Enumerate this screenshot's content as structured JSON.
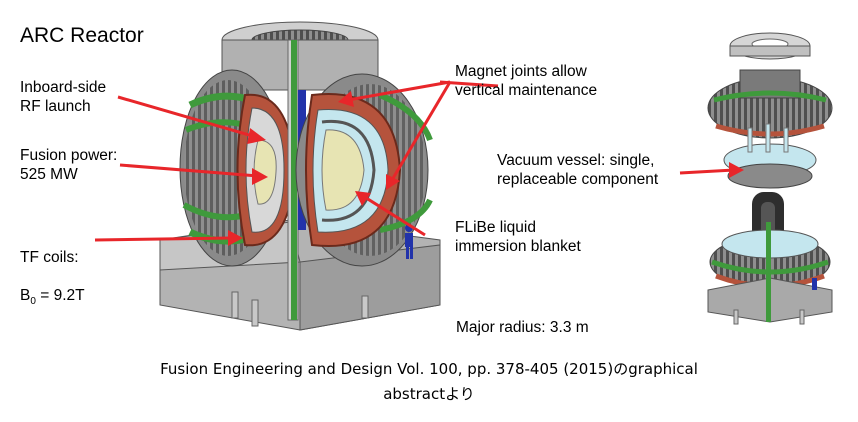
{
  "title": "ARC Reactor",
  "labels": {
    "inboard_rf": "Inboard-side\nRF launch",
    "fusion_power": "Fusion power:\n525 MW",
    "tf_coils_line1": "TF coils:",
    "tf_coils_b": "B",
    "tf_coils_sub": "0",
    "tf_coils_val": " = 9.2T",
    "magnet_joints": "Magnet joints allow\nvertical maintenance",
    "vacuum_vessel": "Vacuum vessel: single,\nreplaceable component",
    "flibe": "FLiBe liquid\nimmersion blanket",
    "major_radius": "Major radius: 3.3 m"
  },
  "caption": {
    "line1": "Fusion Engineering and Design Vol. 100, pp. 378-405 (2015)のgraphical",
    "line2": "abstractより"
  },
  "colors": {
    "arrow": "#e8262a",
    "structure_gray": "#a8a8a8",
    "dark_gray": "#5a5a5a",
    "coil_brown": "#b5533c",
    "blanket_cyan": "#c4e6ee",
    "plasma_yellow": "#e7e4b3",
    "coil_green": "#3f9a3c",
    "person_blue": "#2233aa"
  }
}
